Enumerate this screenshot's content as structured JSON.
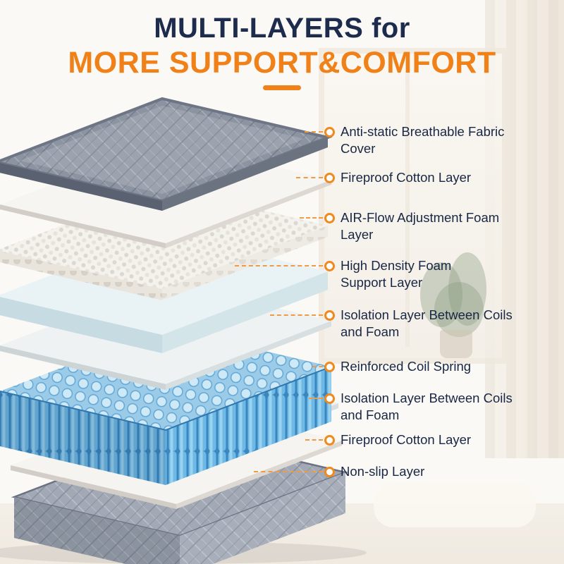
{
  "title": {
    "line1": "MULTI-LAYERS for",
    "line2": "MORE SUPPORT&COMFORT"
  },
  "labels": [
    {
      "text": "Anti-static Breathable Fabric Cover"
    },
    {
      "text": "Fireproof Cotton Layer"
    },
    {
      "text": "AIR-Flow Adjustment Foam Layer"
    },
    {
      "text": "High Density Foam Support Layer"
    },
    {
      "text": "Isolation Layer Between Coils and Foam"
    },
    {
      "text": "Reinforced Coil Spring"
    },
    {
      "text": "Isolation Layer Between Coils and Foam"
    },
    {
      "text": "Fireproof Cotton Layer"
    },
    {
      "text": "Non-slip Layer"
    }
  ],
  "colors": {
    "title_navy": "#1d2b4d",
    "title_orange": "#f08119",
    "leader_orange": "#f09a45",
    "label_text": "#182743",
    "coil_blue": "#6fb9e6",
    "fabric_gray": "#8d94a1"
  }
}
